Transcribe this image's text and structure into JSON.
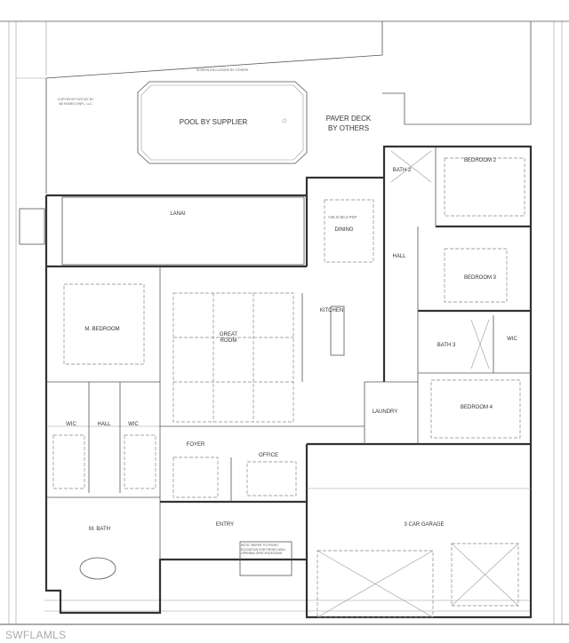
{
  "plan": {
    "notes": {
      "copyright_line1": "COPYRIGHT NOTICE BY",
      "copyright_line2": "AB HOMES SWFL, LLC",
      "pool": "POOL BY SUPPLIER",
      "paver_line1": "PAVER DECK",
      "paver_line2": "BY OTHERS",
      "screen_enclosure": "SCREEN ENCLOSURE BY OTHERS",
      "psf": "+30.4/-50.4 PSF",
      "front_note": "NOTE: REFER TO FRONT ELEVATION FOR FRONT WALL OPENING SPECIFICATIONS"
    },
    "rooms": {
      "lanai": "LANAI",
      "dining": "DINING",
      "bath2": "BATH 2",
      "bedroom2": "BEDROOM 2",
      "hall_right": "HALL",
      "bedroom3": "BEDROOM 3",
      "m_bedroom": "M. BEDROOM",
      "great_room_1": "GREAT",
      "great_room_2": "ROOM",
      "kitchen": "KITCHEN",
      "bath3": "BATH 3",
      "wic_right": "WIC",
      "laundry": "LAUNDRY",
      "bedroom4": "BEDROOM 4",
      "wic_left": "WIC",
      "hall_left": "HALL",
      "wic_mid": "WIC",
      "foyer": "FOYER",
      "office": "OFFICE",
      "m_bath": "M. BATH",
      "entry": "ENTRY",
      "garage": "3 CAR GARAGE"
    }
  },
  "watermark": "SWFLAMLS"
}
